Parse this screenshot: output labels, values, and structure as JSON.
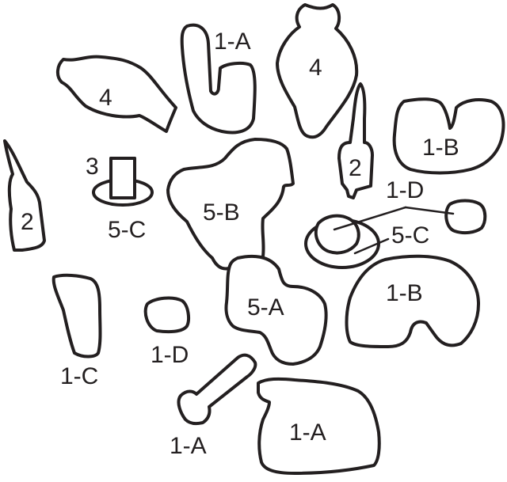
{
  "labels": {
    "l_1a_top": "1-A",
    "l_4_top": "4",
    "l_4_left": "4",
    "l_1b_right": "1-B",
    "l_2_mid": "2",
    "l_3": "3",
    "l_5c_left": "5-C",
    "l_5b": "5-B",
    "l_1d_right": "1-D",
    "l_5c_right": "5-C",
    "l_2_left": "2",
    "l_1b_lower": "1-B",
    "l_5a": "5-A",
    "l_1c": "1-C",
    "l_1d_left": "1-D",
    "l_1a_bottom_left": "1-A",
    "l_1a_bottom_big": "1-A"
  },
  "style": {
    "stroke": "#231f20",
    "fill": "#ffffff"
  }
}
